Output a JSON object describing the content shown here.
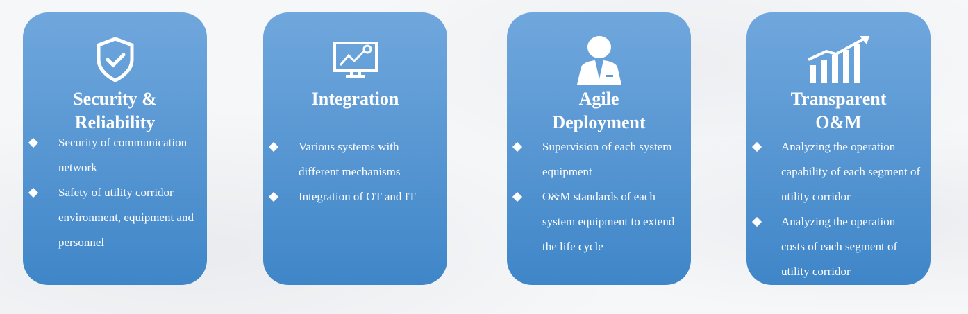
{
  "cards": [
    {
      "title": "Security & Reliability",
      "icon": "shield-check-icon",
      "items": [
        "Security of communication network",
        "Safety of utility corridor environment, equipment and personnel"
      ]
    },
    {
      "title": "Integration",
      "icon": "monitor-chart-icon",
      "items": [
        "Various systems with different mechanisms",
        "Integration of OT and IT"
      ]
    },
    {
      "title": "Agile Deployment",
      "icon": "businessman-icon",
      "items": [
        "Supervision of each system equipment",
        "O&M standards of each system equipment to extend the life cycle"
      ]
    },
    {
      "title": "Transparent O&M",
      "icon": "bar-chart-growth-icon",
      "items": [
        "Analyzing the operation capability of each segment of utility corridor",
        "Analyzing the operation costs of each segment of utility corridor"
      ]
    }
  ]
}
